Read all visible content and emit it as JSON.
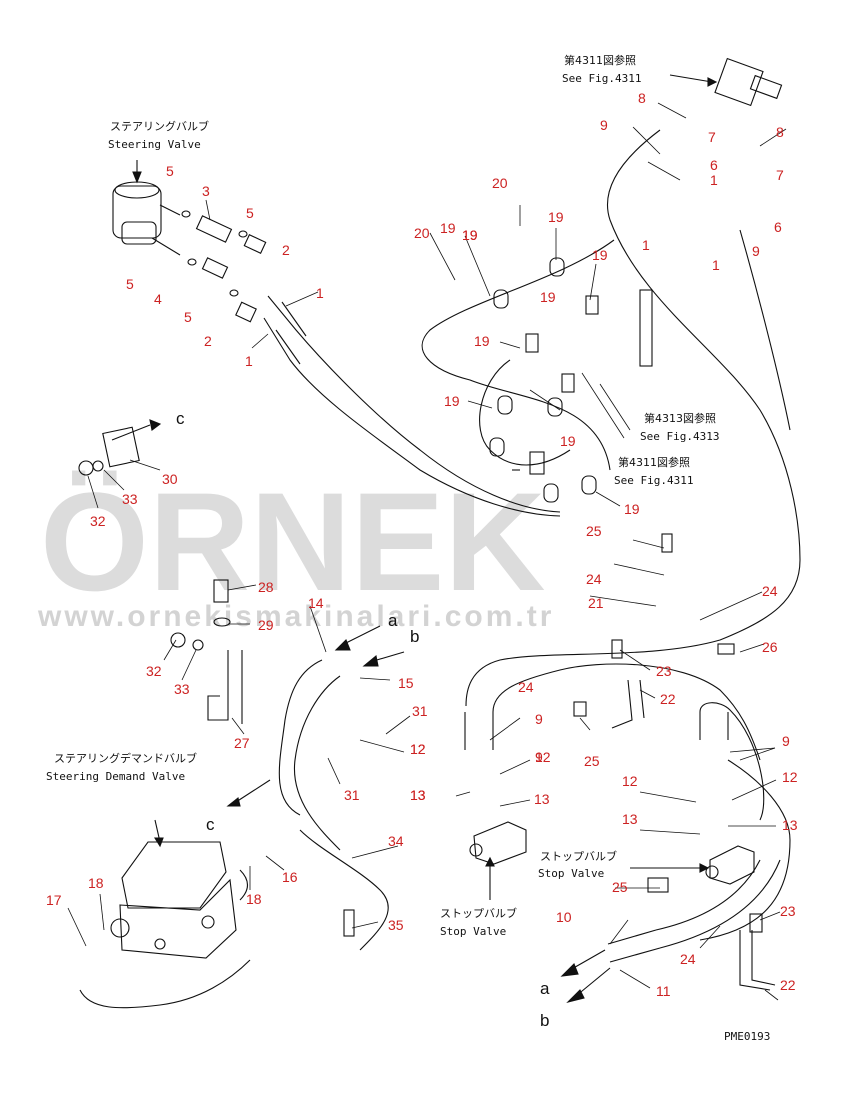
{
  "colors": {
    "callout": "#cc2222",
    "ink": "#111111",
    "watermark": "#dcdcdc"
  },
  "watermark": {
    "brand": "ÖRNEK",
    "url": "www.ornekismakinalari.com.tr"
  },
  "drawing_code": "PME0193",
  "components": {
    "steering_valve": {
      "jp": "ステアリングバルブ",
      "en": "Steering Valve"
    },
    "steering_demand_valve": {
      "jp": "ステアリングデマンドバルブ",
      "en": "Steering Demand Valve"
    },
    "stop_valve_left": {
      "jp": "ストップバルブ",
      "en": "Stop Valve"
    },
    "stop_valve_right": {
      "jp": "ストップバルブ",
      "en": "Stop Valve"
    }
  },
  "references": [
    {
      "jp": "第4311図参照",
      "en": "See Fig.4311"
    },
    {
      "jp": "第4313図参照",
      "en": "See Fig.4313"
    },
    {
      "jp": "第4311図参照",
      "en": "See Fig.4311"
    }
  ],
  "letters": [
    "c",
    "a",
    "b",
    "c",
    "a",
    "b"
  ],
  "callouts": [
    "1",
    "1",
    "1",
    "1",
    "1",
    "2",
    "2",
    "3",
    "4",
    "5",
    "5",
    "5",
    "5",
    "6",
    "6",
    "7",
    "7",
    "8",
    "8",
    "9",
    "9",
    "9",
    "9",
    "9",
    "10",
    "11",
    "12",
    "12",
    "12",
    "12",
    "12",
    "13",
    "13",
    "13",
    "13",
    "13",
    "14",
    "15",
    "16",
    "17",
    "18",
    "18",
    "19",
    "19",
    "19",
    "19",
    "19",
    "19",
    "19",
    "19",
    "19",
    "19",
    "20",
    "20",
    "21",
    "22",
    "22",
    "23",
    "23",
    "24",
    "24",
    "24",
    "24",
    "25",
    "25",
    "25",
    "26",
    "27",
    "28",
    "29",
    "30",
    "31",
    "31",
    "32",
    "32",
    "33",
    "33",
    "34",
    "35"
  ]
}
